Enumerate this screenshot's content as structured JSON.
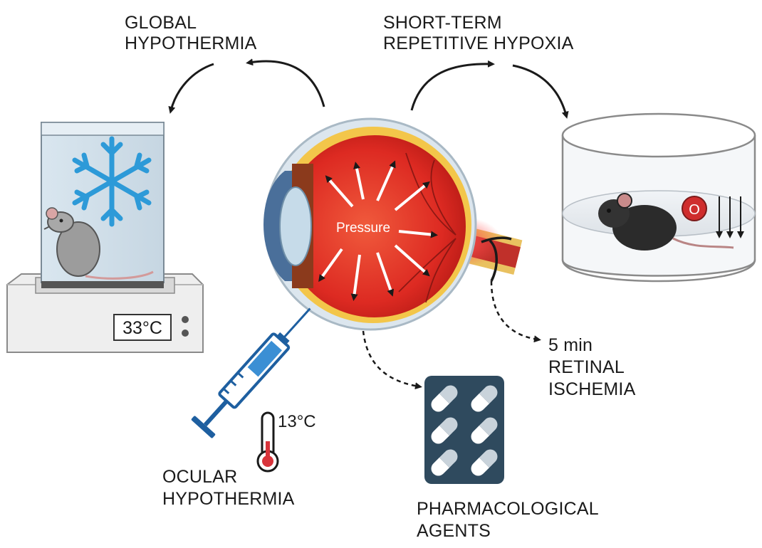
{
  "labels": {
    "global_hypothermia": [
      "GLOBAL",
      "HYPOTHERMIA"
    ],
    "short_term_hypoxia": [
      "SHORT-TERM",
      "REPETITIVE HYPOXIA"
    ],
    "retinal_ischemia": [
      "5 min",
      "RETINAL",
      "ISCHEMIA"
    ],
    "ocular_hypothermia": [
      "OCULAR",
      "HYPOTHERMIA"
    ],
    "pharmacological_agents": [
      "PHARMACOLOGICAL",
      "AGENTS"
    ]
  },
  "eye": {
    "pressure_label": "Pressure"
  },
  "incubator": {
    "display_temp": "33°C"
  },
  "thermometer": {
    "temp": "13°C"
  },
  "chamber": {
    "oxygen_symbol": "O"
  },
  "colors": {
    "text": "#1a1a1a",
    "eye_red": "#d9281f",
    "snowflake": "#2d9ad8",
    "pill_box": "#2f4a5e",
    "syringe_blue": "#1e5fa0",
    "thermo_red": "#d8343b"
  }
}
